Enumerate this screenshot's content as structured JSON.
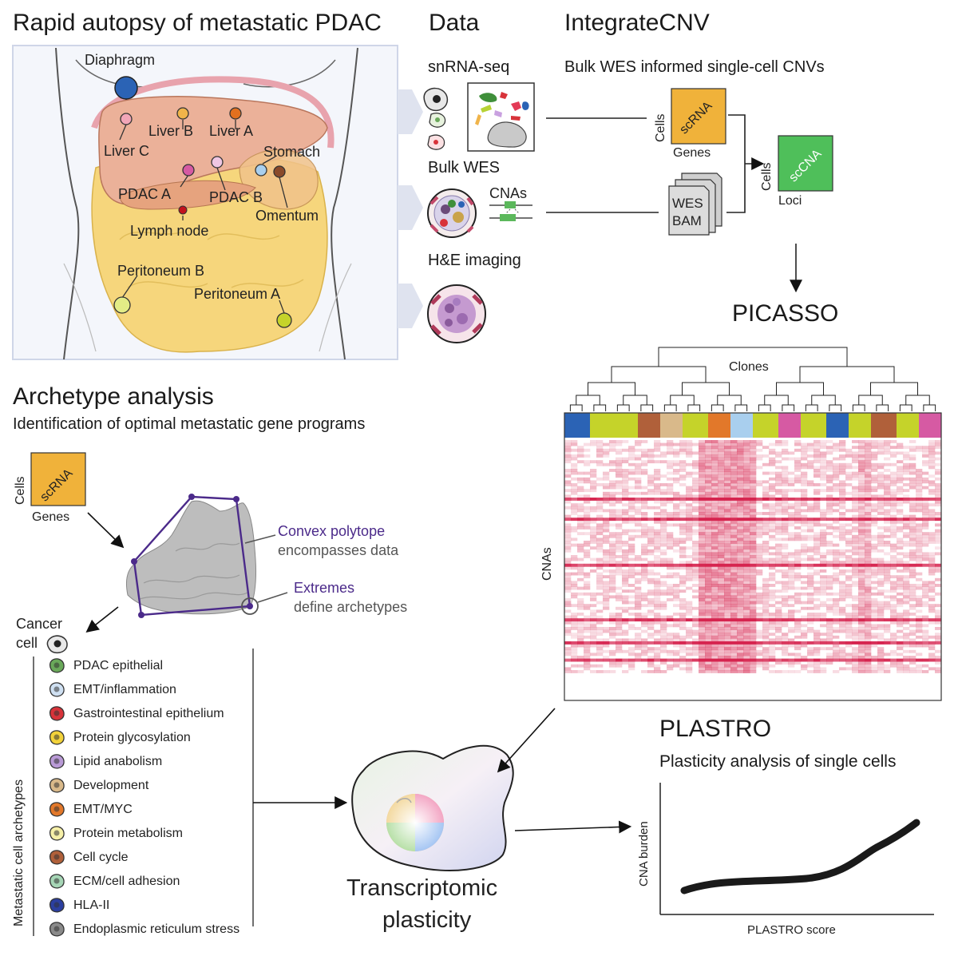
{
  "panel_autopsy": {
    "title": "Rapid autopsy of metastatic PDAC",
    "sites": {
      "diaphragm": "Diaphragm",
      "liver_b": "Liver B",
      "liver_a": "Liver A",
      "liver_c": "Liver C",
      "stomach": "Stomach",
      "pdac_a": "PDAC A",
      "pdac_b": "PDAC B",
      "omentum": "Omentum",
      "lymph_node": "Lymph node",
      "peritoneum_b": "Peritoneum B",
      "peritoneum_a": "Peritoneum A"
    },
    "site_colors": {
      "diaphragm": "#2b63b5",
      "liver_b": "#f0b44a",
      "liver_a": "#e2701f",
      "liver_c": "#f2a6b8",
      "stomach": "#a9cfee",
      "pdac_a": "#d65aa3",
      "pdac_b": "#efc7e3",
      "omentum": "#8a4a2a",
      "lymph_node": "#c3121d",
      "peritoneum_b": "#e3ec86",
      "peritoneum_a": "#c5d32a"
    }
  },
  "panel_data": {
    "title": "Data",
    "modalities": [
      "snRNA-seq",
      "Bulk WES",
      "H&E imaging"
    ],
    "cnas_label": "CNAs"
  },
  "panel_integrate": {
    "title": "IntegrateCNV",
    "subtitle": "Bulk WES informed single-cell CNVs",
    "scrna_box": {
      "text": "scRNA",
      "rows": "Cells",
      "cols": "Genes"
    },
    "wes_box": {
      "line1": "WES",
      "line2": "BAM"
    },
    "scna_box": {
      "text": "scCNA",
      "rows": "Cells",
      "cols": "Loci"
    },
    "colors": {
      "scrna": "#f0b23a",
      "scna": "#4fbf5a"
    }
  },
  "panel_picasso": {
    "title": "PICASSO",
    "clones_label": "Clones",
    "cnas_label": "CNAs",
    "heat_color": "#d6244f"
  },
  "panel_archetype": {
    "title": "Archetype analysis",
    "subtitle": "Identification of optimal metastatic gene programs",
    "scrna_box": {
      "text": "scRNA",
      "rows": "Cells",
      "cols": "Genes"
    },
    "polytope_title": "Convex polytope",
    "polytope_desc": "encompasses data",
    "extremes_title": "Extremes",
    "extremes_desc": "define archetypes",
    "cancer_cell_line1": "Cancer",
    "cancer_cell_line2": "cell",
    "archetypes_axis": "Metastatic cell archetypes",
    "archetypes": [
      {
        "label": "PDAC epithelial",
        "color": "#6aa95a"
      },
      {
        "label": "EMT/inflammation",
        "color": "#cfe0f2"
      },
      {
        "label": "Gastrointestinal epithelium",
        "color": "#d8333a"
      },
      {
        "label": "Protein glycosylation",
        "color": "#f2d23a"
      },
      {
        "label": "Lipid anabolism",
        "color": "#b99ad6"
      },
      {
        "label": "Development",
        "color": "#d9b98a"
      },
      {
        "label": "EMT/MYC",
        "color": "#e2782a"
      },
      {
        "label": "Protein metabolism",
        "color": "#f6f0a8"
      },
      {
        "label": "Cell cycle",
        "color": "#b0603a"
      },
      {
        "label": "ECM/cell adhesion",
        "color": "#a6d6b6"
      },
      {
        "label": "HLA-II",
        "color": "#2b3fa0"
      },
      {
        "label": "Endoplasmic reticulum stress",
        "color": "#8a8a8a"
      }
    ]
  },
  "panel_plasticity": {
    "label_line1": "Transcriptomic",
    "label_line2": "plasticity"
  },
  "panel_plastro": {
    "title": "PLASTRO",
    "subtitle": "Plasticity analysis of single cells",
    "xlabel": "PLASTRO score",
    "ylabel": "CNA burden"
  }
}
